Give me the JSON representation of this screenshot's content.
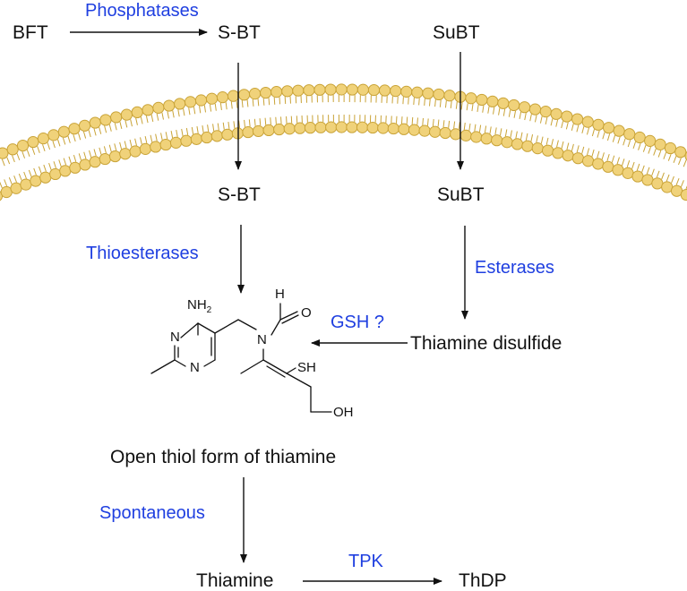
{
  "compounds": {
    "bft": "BFT",
    "sbt_out": "S-BT",
    "subt_out": "SuBT",
    "sbt_in": "S-BT",
    "subt_in": "SuBT",
    "thiamine_disulfide": "Thiamine disulfide",
    "open_thiol": "Open thiol form of thiamine",
    "thiamine": "Thiamine",
    "thdp": "ThDP"
  },
  "enzymes": {
    "phosphatases": "Phosphatases",
    "thioesterases": "Thioesterases",
    "esterases": "Esterases",
    "gsh": "GSH ?",
    "spontaneous": "Spontaneous",
    "tpk": "TPK"
  },
  "structure_atoms": {
    "nh2_main": "NH",
    "nh2_sub": "2",
    "n_ring_top": "N",
    "n_ring_bottom": "N",
    "n_amide": "N",
    "h": "H",
    "o": "O",
    "sh": "SH",
    "oh": "OH"
  },
  "colors": {
    "enzyme_text": "#1f3fe0",
    "membrane_fill": "#f0d27a",
    "membrane_stroke": "#c9a337",
    "text": "#111111"
  }
}
